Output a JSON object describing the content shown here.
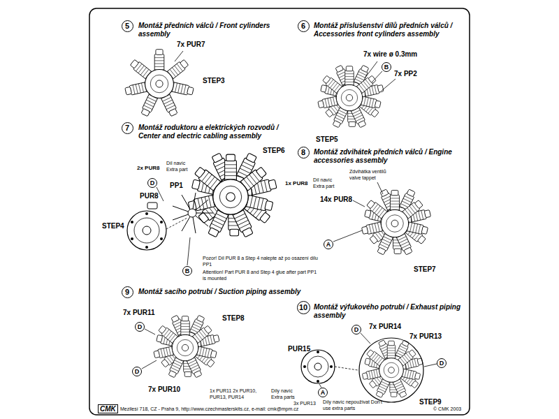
{
  "diagram": {
    "nodes": [
      {
        "text": [
          "5"
        ]
      },
      {
        "text": [
          "6"
        ]
      },
      {
        "text": [
          "B"
        ]
      },
      {
        "text": [
          "7"
        ]
      },
      {
        "text": [
          "D"
        ]
      },
      {
        "text": [
          "B"
        ]
      },
      {
        "text": [
          "8"
        ]
      },
      {
        "text": [
          "A"
        ]
      },
      {
        "text": [
          "9"
        ]
      },
      {
        "text": [
          "D"
        ]
      },
      {
        "text": [
          "D"
        ]
      },
      {
        "text": [
          "10"
        ]
      },
      {
        "text": [
          "D"
        ]
      },
      {
        "text": [
          "D"
        ]
      },
      {
        "text": [
          "A"
        ]
      }
    ],
    "labels": [
      "Montáž předních válců / Front cylinders assembly",
      "7x PUR7",
      "STEP3",
      "Montáž příslušenství dílů předních válců / Accessories front cylinders assembly",
      "7x wire ø 0.3mm",
      "7x PP2",
      "STEP5",
      "Montáž roduktoru a elektrických rozvodů / Center and electric cabling assembly",
      "2x PUR8",
      "Díl navíc Extra part",
      "PUR8",
      "PP1",
      "STEP6",
      "STEP4",
      "Pozor! Díl PUR 8 a Step 4 nalepte až po osazení dílu PP1",
      "Attention! Part PUR 8 and Step 4 glue after part PP1 is mounted",
      "Montáž zdvihátek předních válců / Engine accessories assembly",
      "1x PUR8",
      "Díl navíc Extra part",
      "Zdvihátka ventilů valve tappet",
      "14x PUR8",
      "STEP7",
      "Montáž sacího potrubí / Suction piping assembly",
      "7x PUR11",
      "STEP8",
      "7x PUR10",
      "1x PUR11 2x PUR10, PUR13, PUR14",
      "Díly navíc Extra parts",
      "Montáž výfukového potrubí / Exhaust piping assembly",
      "7x PUR14",
      "7x PUR13",
      "PUR15",
      "STEP9",
      "3x PUR13",
      "Díly navíc nepoužívat Don't use extra parts",
      "CMK",
      "Mezilesí 718, CZ - Praha 9, http://www.czechmasterskits.cz, e-mail: cmk@mpm.cz",
      "© CMK 2003"
    ]
  }
}
